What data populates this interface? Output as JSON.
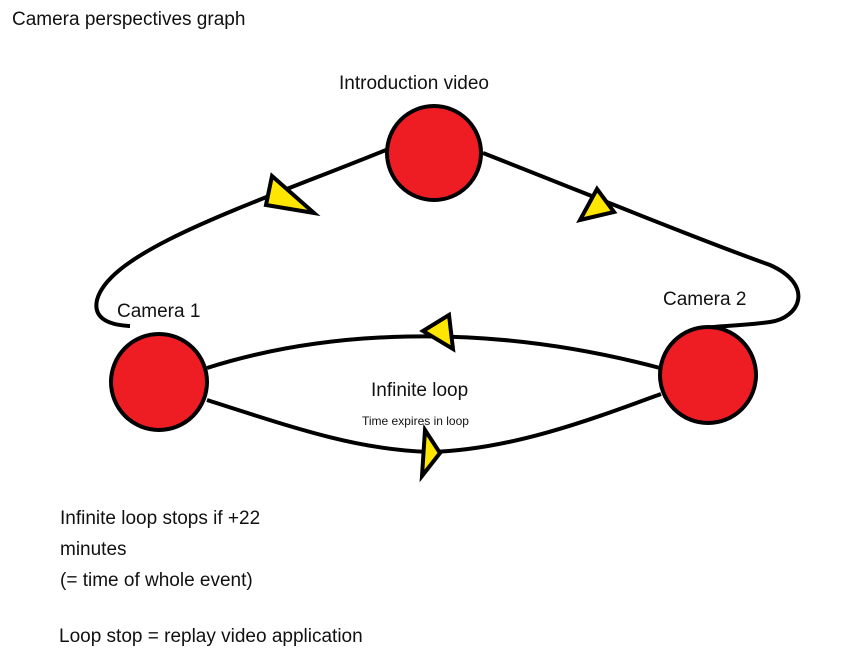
{
  "title": "Camera perspectives graph",
  "nodes": [
    {
      "id": "intro",
      "label": "Introduction video",
      "color": "#ee1d24"
    },
    {
      "id": "cam1",
      "label": "Camera 1",
      "color": "#ee1d24"
    },
    {
      "id": "cam2",
      "label": "Camera 2",
      "color": "#ee1d24"
    }
  ],
  "edges": [
    {
      "from": "intro",
      "to": "cam1"
    },
    {
      "from": "intro",
      "to": "cam2"
    },
    {
      "from": "cam2",
      "to": "cam1"
    },
    {
      "from": "cam1",
      "to": "cam2"
    }
  ],
  "loop": {
    "label": "Infinite loop",
    "sublabel": "Time expires in loop"
  },
  "notes": {
    "line1": "Infinite loop stops if +22",
    "line2": "minutes",
    "line3": "(= time of whole event)",
    "loop_stop": "Loop stop = replay video application"
  },
  "colors": {
    "node_fill": "#ee1d24",
    "arrow_fill": "#ffe600",
    "stroke": "#000000"
  }
}
